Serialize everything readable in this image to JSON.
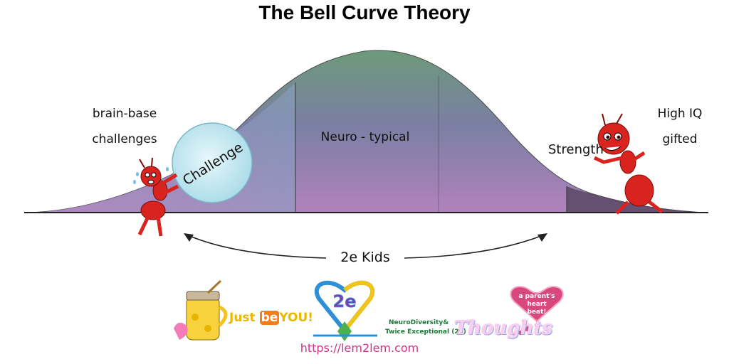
{
  "title": "The Bell Curve Theory",
  "labels": {
    "left_1": "brain-base",
    "left_2": "challenges",
    "middle": "Neuro - typical",
    "right_1": "High IQ",
    "right_2": "gifted",
    "strength": "Strength",
    "boulder": "Challenge",
    "range": "2e Kids"
  },
  "footer": {
    "just_prefix": "Just ",
    "just_be": "be",
    "just_suffix": "YOU!",
    "logo_text": "2e",
    "neurodiversity_1": "NeuroDiversity&",
    "neurodiversity_2": "Twice Exceptional (2e)",
    "thoughts": "Thoughts",
    "heart_1": "a parent's",
    "heart_2": "heart",
    "heart_3": "beat!",
    "url": "https://lem2lem.com"
  },
  "colors": {
    "curve_top": "#6d9a7a",
    "curve_mid": "#7a7fa2",
    "curve_bottom": "#a77fb8",
    "ant": "#d8231e",
    "boulder": "#c9ecf4",
    "url": "#d0318a"
  }
}
